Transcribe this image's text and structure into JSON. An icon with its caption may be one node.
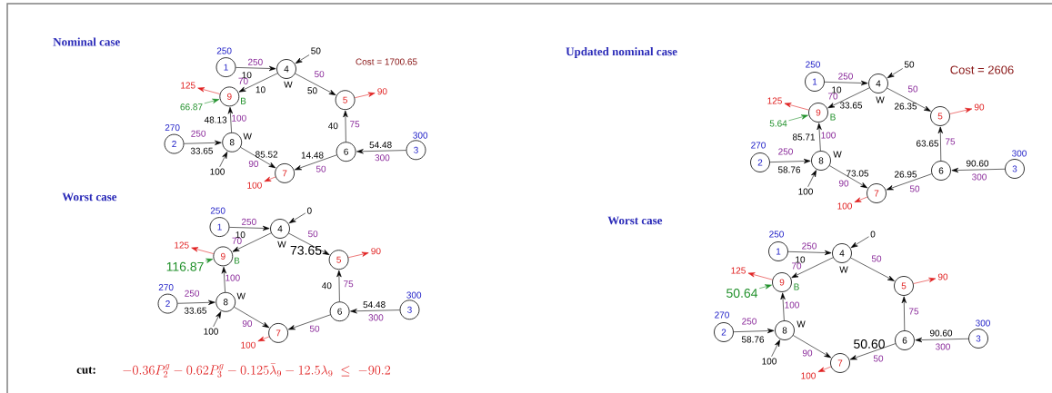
{
  "diagram": {
    "nodes": [
      {
        "text": [
          "1"
        ],
        "beside": [
          "250"
        ]
      },
      {
        "text": [
          "2"
        ],
        "beside": [
          "270"
        ]
      },
      {
        "text": [
          "3"
        ],
        "beside": [
          "300"
        ]
      },
      {
        "text": [
          "4"
        ],
        "beside": [
          "W"
        ]
      },
      {
        "text": [
          "5"
        ]
      },
      {
        "text": [
          "6"
        ]
      },
      {
        "text": [
          "7"
        ]
      },
      {
        "text": [
          "8"
        ],
        "beside": [
          "W"
        ]
      },
      {
        "text": [
          "9"
        ],
        "beside": [
          "B"
        ]
      },
      {
        "text": [
          "50"
        ]
      },
      {
        "text": [
          "125"
        ]
      },
      {
        "text": [
          "66.87"
        ]
      },
      {
        "text": [
          "90"
        ]
      },
      {
        "text": [
          "100"
        ]
      },
      {
        "text": [
          "100"
        ]
      },
      {
        "text": [
          "1"
        ],
        "beside": [
          "250"
        ]
      },
      {
        "text": [
          "2"
        ],
        "beside": [
          "270"
        ]
      },
      {
        "text": [
          "3"
        ],
        "beside": [
          "300"
        ]
      },
      {
        "text": [
          "4"
        ],
        "beside": [
          "W"
        ]
      },
      {
        "text": [
          "5"
        ]
      },
      {
        "text": [
          "6"
        ]
      },
      {
        "text": [
          "7"
        ]
      },
      {
        "text": [
          "8"
        ],
        "beside": [
          "W"
        ]
      },
      {
        "text": [
          "9"
        ],
        "beside": [
          "B"
        ]
      },
      {
        "text": [
          "0"
        ]
      },
      {
        "text": [
          "125"
        ]
      },
      {
        "text": [
          "116.87"
        ]
      },
      {
        "text": [
          "90"
        ]
      },
      {
        "text": [
          "100"
        ]
      },
      {
        "text": [
          "100"
        ]
      },
      {
        "text": [
          "1"
        ],
        "beside": [
          "250"
        ]
      },
      {
        "text": [
          "2"
        ],
        "beside": [
          "270"
        ]
      },
      {
        "text": [
          "3"
        ],
        "beside": [
          "300"
        ]
      },
      {
        "text": [
          "4"
        ],
        "beside": [
          "W"
        ]
      },
      {
        "text": [
          "5"
        ]
      },
      {
        "text": [
          "6"
        ]
      },
      {
        "text": [
          "7"
        ]
      },
      {
        "text": [
          "8"
        ],
        "beside": [
          "W"
        ]
      },
      {
        "text": [
          "9"
        ],
        "beside": [
          "B"
        ]
      },
      {
        "text": [
          "50"
        ]
      },
      {
        "text": [
          "125"
        ]
      },
      {
        "text": [
          "5.64"
        ]
      },
      {
        "text": [
          "90"
        ]
      },
      {
        "text": [
          "100"
        ]
      },
      {
        "text": [
          "100"
        ]
      },
      {
        "text": [
          "1"
        ],
        "beside": [
          "250"
        ]
      },
      {
        "text": [
          "2"
        ],
        "beside": [
          "270"
        ]
      },
      {
        "text": [
          "3"
        ],
        "beside": [
          "300"
        ]
      },
      {
        "text": [
          "4"
        ],
        "beside": [
          "W"
        ]
      },
      {
        "text": [
          "5"
        ]
      },
      {
        "text": [
          "6"
        ]
      },
      {
        "text": [
          "7"
        ]
      },
      {
        "text": [
          "8"
        ],
        "beside": [
          "W"
        ]
      },
      {
        "text": [
          "9"
        ],
        "beside": [
          "B"
        ]
      },
      {
        "text": [
          "0"
        ]
      },
      {
        "text": [
          "125"
        ]
      },
      {
        "text": [
          "50.64"
        ]
      },
      {
        "text": [
          "90"
        ]
      },
      {
        "text": [
          "100"
        ]
      },
      {
        "text": [
          "100"
        ]
      }
    ],
    "edges": [
      {
        "from": 0,
        "to": 3,
        "arrow": "to",
        "label": "10"
      },
      {
        "from": 3,
        "to": 8,
        "arrow": "to",
        "label": "10"
      },
      {
        "from": 3,
        "to": 4,
        "arrow": "to",
        "label": "50"
      },
      {
        "from": 7,
        "to": 8,
        "arrow": "to",
        "label": "48.13"
      },
      {
        "from": 1,
        "to": 7,
        "arrow": "to",
        "label": "33.65"
      },
      {
        "from": 7,
        "to": 6,
        "arrow": "to",
        "label": "85.52"
      },
      {
        "from": 5,
        "to": 6,
        "arrow": "to",
        "label": "14.48"
      },
      {
        "from": 5,
        "to": 4,
        "arrow": "to",
        "label": "40"
      },
      {
        "from": 2,
        "to": 5,
        "arrow": "to",
        "label": "54.48"
      },
      {
        "from": 9,
        "to": 3,
        "arrow": "to"
      },
      {
        "from": 8,
        "to": 10,
        "arrow": "to",
        "color": "#e02020"
      },
      {
        "from": 11,
        "to": 8,
        "arrow": "to",
        "color": "#20902a"
      },
      {
        "from": 4,
        "to": 12,
        "arrow": "to",
        "color": "#e02020"
      },
      {
        "from": 6,
        "to": 13,
        "arrow": "to",
        "color": "#e02020"
      },
      {
        "from": 14,
        "to": 7,
        "arrow": "to"
      },
      {
        "from": 15,
        "to": 18,
        "arrow": "to",
        "label": "10"
      },
      {
        "from": 18,
        "to": 23,
        "arrow": "to"
      },
      {
        "from": 18,
        "to": 19,
        "arrow": "to",
        "label": "73.65"
      },
      {
        "from": 22,
        "to": 23,
        "arrow": "to"
      },
      {
        "from": 16,
        "to": 22,
        "arrow": "to",
        "label": "33.65"
      },
      {
        "from": 22,
        "to": 21,
        "arrow": "to"
      },
      {
        "from": 20,
        "to": 21,
        "arrow": "to"
      },
      {
        "from": 20,
        "to": 19,
        "arrow": "to",
        "label": "40"
      },
      {
        "from": 17,
        "to": 20,
        "arrow": "to",
        "label": "54.48"
      },
      {
        "from": 24,
        "to": 18,
        "arrow": "to"
      },
      {
        "from": 23,
        "to": 25,
        "arrow": "to",
        "color": "#e02020"
      },
      {
        "from": 26,
        "to": 23,
        "arrow": "to",
        "color": "#20902a"
      },
      {
        "from": 19,
        "to": 27,
        "arrow": "to",
        "color": "#e02020"
      },
      {
        "from": 21,
        "to": 28,
        "arrow": "to",
        "color": "#e02020"
      },
      {
        "from": 29,
        "to": 22,
        "arrow": "to"
      },
      {
        "from": 30,
        "to": 33,
        "arrow": "to",
        "label": "10"
      },
      {
        "from": 33,
        "to": 38,
        "arrow": "to",
        "label": "33.65"
      },
      {
        "from": 33,
        "to": 34,
        "arrow": "to",
        "label": "26.35"
      },
      {
        "from": 37,
        "to": 38,
        "arrow": "to",
        "label": "85.71"
      },
      {
        "from": 31,
        "to": 37,
        "arrow": "to",
        "label": "58.76"
      },
      {
        "from": 37,
        "to": 36,
        "arrow": "to",
        "label": "73.05"
      },
      {
        "from": 35,
        "to": 36,
        "arrow": "to",
        "label": "26.95"
      },
      {
        "from": 35,
        "to": 34,
        "arrow": "to",
        "label": "63.65"
      },
      {
        "from": 32,
        "to": 35,
        "arrow": "to",
        "label": "90.60"
      },
      {
        "from": 39,
        "to": 33,
        "arrow": "to"
      },
      {
        "from": 38,
        "to": 40,
        "arrow": "to",
        "color": "#e02020"
      },
      {
        "from": 41,
        "to": 38,
        "arrow": "to",
        "color": "#20902a"
      },
      {
        "from": 34,
        "to": 42,
        "arrow": "to",
        "color": "#e02020"
      },
      {
        "from": 36,
        "to": 43,
        "arrow": "to",
        "color": "#e02020"
      },
      {
        "from": 44,
        "to": 37,
        "arrow": "to"
      },
      {
        "from": 45,
        "to": 48,
        "arrow": "to",
        "label": "10"
      },
      {
        "from": 48,
        "to": 53,
        "arrow": "to"
      },
      {
        "from": 48,
        "to": 49,
        "arrow": "to"
      },
      {
        "from": 52,
        "to": 53,
        "arrow": "to"
      },
      {
        "from": 46,
        "to": 52,
        "arrow": "to",
        "label": "58.76"
      },
      {
        "from": 52,
        "to": 51,
        "arrow": "to"
      },
      {
        "from": 50,
        "to": 51,
        "arrow": "to",
        "label": "50.60"
      },
      {
        "from": 50,
        "to": 49,
        "arrow": "to"
      },
      {
        "from": 47,
        "to": 50,
        "arrow": "to",
        "label": "90.60"
      },
      {
        "from": 54,
        "to": 48,
        "arrow": "to"
      },
      {
        "from": 53,
        "to": 55,
        "arrow": "to",
        "color": "#e02020"
      },
      {
        "from": 56,
        "to": 53,
        "arrow": "to",
        "color": "#20902a"
      },
      {
        "from": 49,
        "to": 57,
        "arrow": "to",
        "color": "#e02020"
      },
      {
        "from": 51,
        "to": 58,
        "arrow": "to",
        "color": "#e02020"
      },
      {
        "from": 59,
        "to": 52,
        "arrow": "to"
      }
    ],
    "labels": [
      "Nominal case",
      "Cost = 1700.65",
      "250",
      "70",
      "50",
      "100",
      "250",
      "90",
      "50",
      "75",
      "300",
      "Worst case",
      "250",
      "70",
      "50",
      "100",
      "250",
      "90",
      "50",
      "75",
      "300",
      "cut:",
      "-0.36P^g_2 - 0.62P^g_3 - 0.125\\bar{\\lambda}_9 - 12.5\\lambda_9 \\;\\le\\; -90.2",
      "Updated nominal case",
      "Cost = 2606",
      "250",
      "70",
      "50",
      "100",
      "250",
      "90",
      "50",
      "75",
      "300",
      "Worst case",
      "250",
      "70",
      "50",
      "100",
      "250",
      "90",
      "50",
      "75",
      "300"
    ]
  }
}
